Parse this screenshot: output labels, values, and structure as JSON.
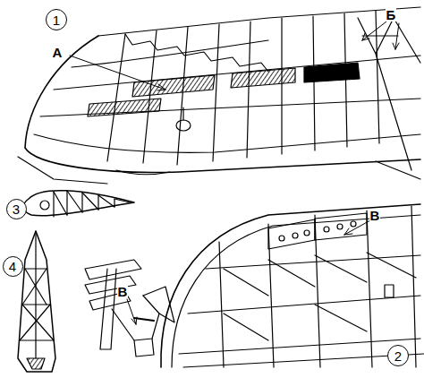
{
  "diagram": {
    "nodes": [
      {
        "text": [
          "1"
        ]
      },
      {
        "text": [
          "3"
        ]
      },
      {
        "text": [
          "4"
        ]
      },
      {
        "text": [
          "2"
        ]
      }
    ],
    "labels": [
      "А",
      "Б",
      "В",
      "В"
    ]
  }
}
